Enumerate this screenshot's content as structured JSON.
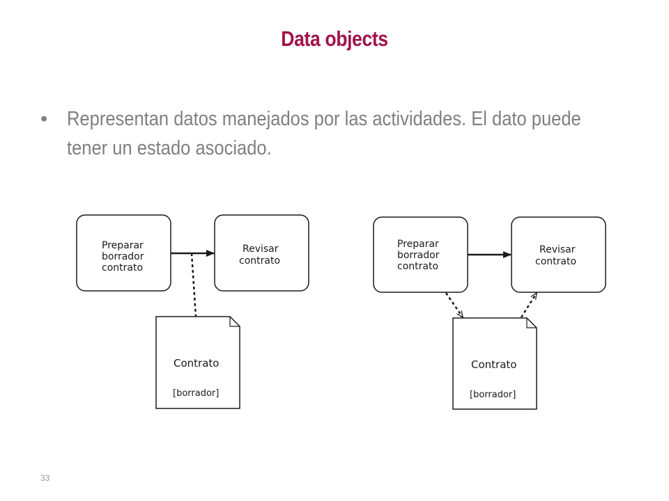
{
  "slide": {
    "title": "Data objects",
    "bullet": "Representan datos manejados por las actividades. El dato puede tener un estado asociado.",
    "page_number": "33"
  },
  "diagram_left": {
    "task_a": [
      "Preparar",
      "borrador",
      "contrato"
    ],
    "task_b": [
      "Revisar",
      "contrato"
    ],
    "data_object_name": "Contrato",
    "data_object_state": "[borrador]"
  },
  "diagram_right": {
    "task_a": [
      "Preparar",
      "borrador",
      "contrato"
    ],
    "task_b": [
      "Revisar",
      "contrato"
    ],
    "data_object_name": "Contrato",
    "data_object_state": "[borrador]"
  },
  "colors": {
    "title": "#a0134a",
    "bullet_text": "#7f7f7f",
    "stroke": "#1a1a1a"
  }
}
